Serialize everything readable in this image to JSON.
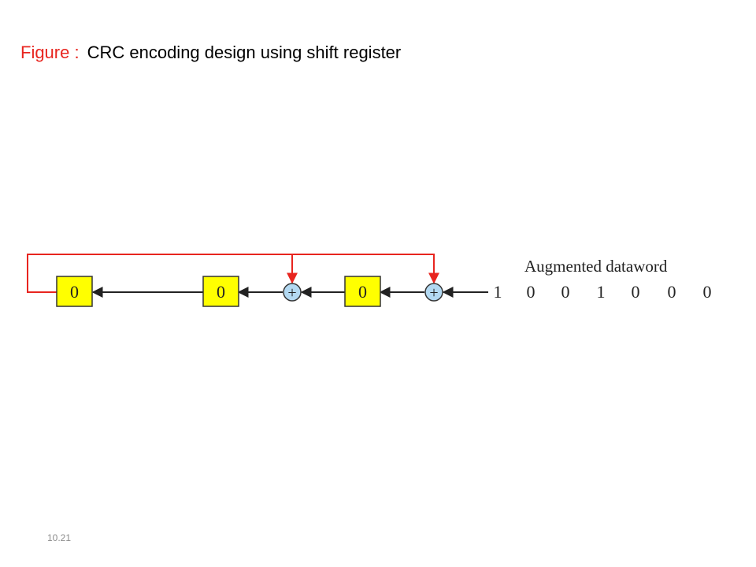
{
  "title": {
    "prefix": "Figure :",
    "text": "CRC encoding design using shift register"
  },
  "diagram": {
    "registers": [
      "0",
      "0",
      "0"
    ],
    "xor_symbol": "+",
    "input_label": "Augmented dataword",
    "input_bits": [
      "1",
      "0",
      "0",
      "1",
      "0",
      "0",
      "0"
    ],
    "colors": {
      "register_fill": "#ffff00",
      "xor_fill": "#b3d9f2",
      "feedback": "#e8251f",
      "arrow": "#222222"
    }
  },
  "footer": {
    "slide_number": "10.21"
  }
}
